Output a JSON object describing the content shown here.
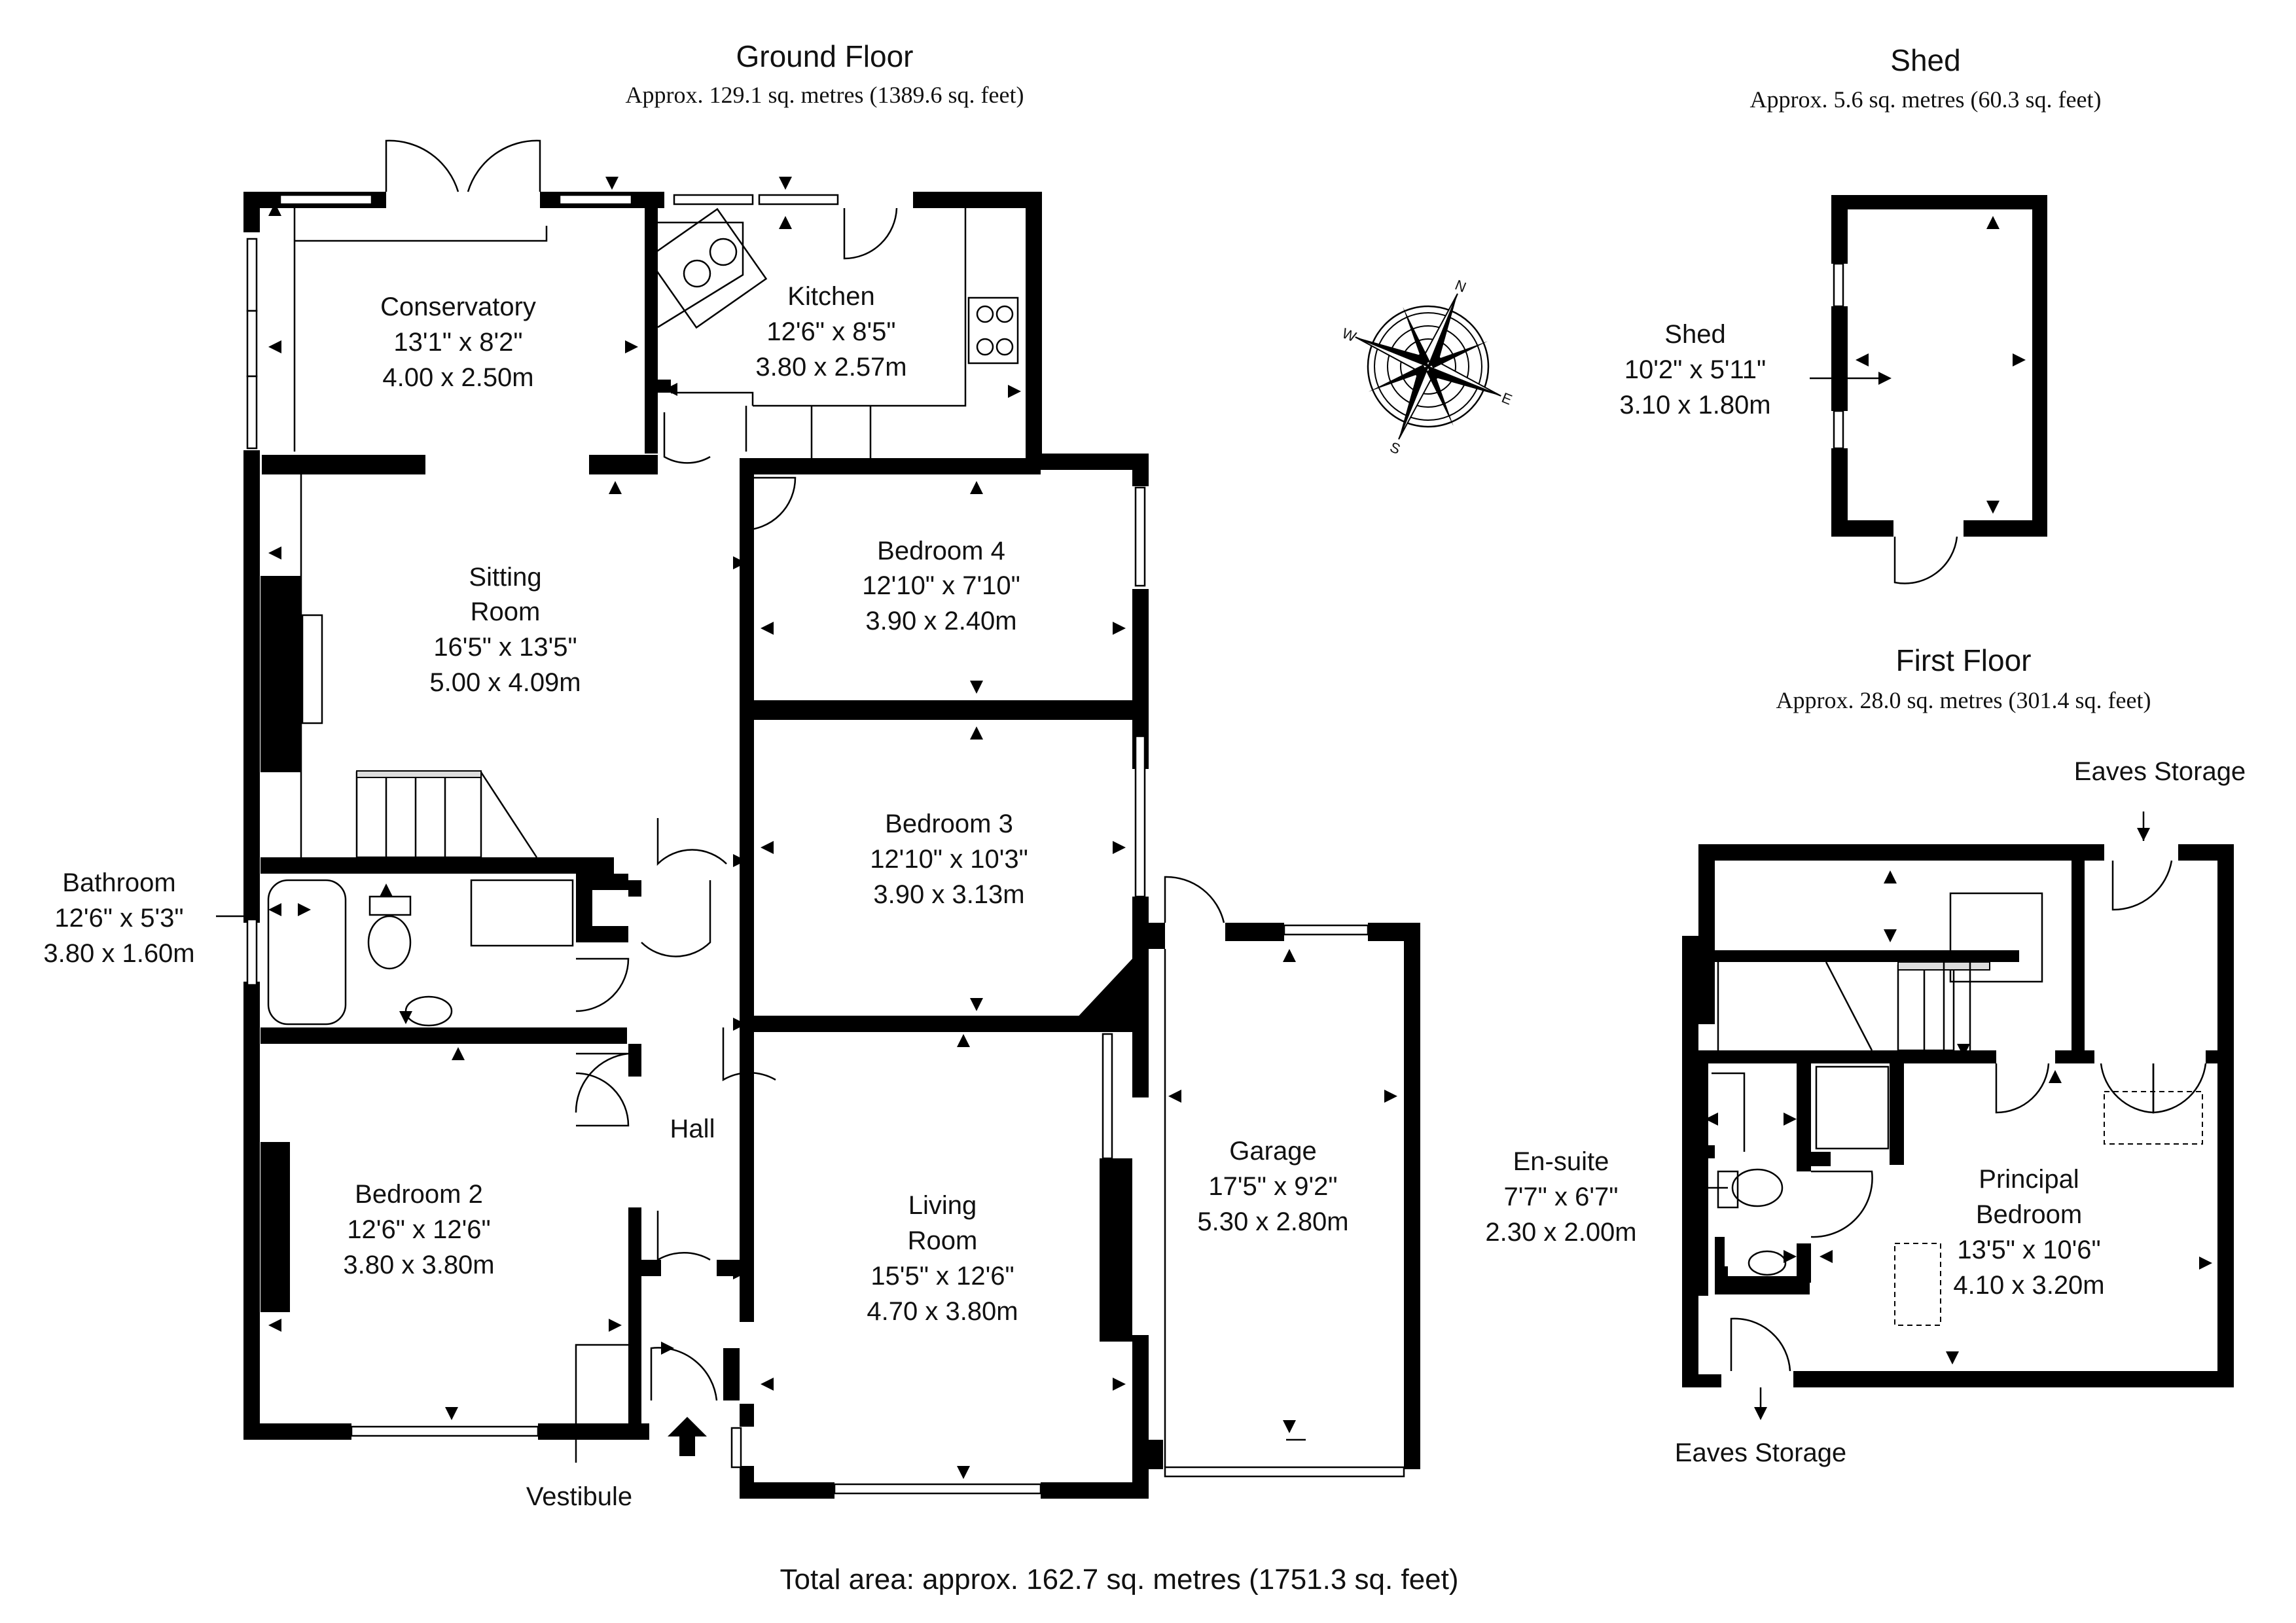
{
  "ground_floor": {
    "title": "Ground Floor",
    "area": "Approx. 129.1 sq. metres (1389.6 sq. feet)",
    "rooms": {
      "conservatory": {
        "name": "Conservatory",
        "imperial": "13'1\" x 8'2\"",
        "metric": "4.00 x 2.50m"
      },
      "kitchen": {
        "name": "Kitchen",
        "imperial": "12'6\" x 8'5\"",
        "metric": "3.80 x 2.57m"
      },
      "sitting": {
        "name1": "Sitting",
        "name2": "Room",
        "imperial": "16'5\" x 13'5\"",
        "metric": "5.00 x 4.09m"
      },
      "bedroom4": {
        "name": "Bedroom 4",
        "imperial": "12'10\" x 7'10\"",
        "metric": "3.90 x 2.40m"
      },
      "bedroom3": {
        "name": "Bedroom 3",
        "imperial": "12'10\" x 10'3\"",
        "metric": "3.90 x 3.13m"
      },
      "bathroom": {
        "name": "Bathroom",
        "imperial": "12'6\" x 5'3\"",
        "metric": "3.80 x 1.60m"
      },
      "hall": {
        "name": "Hall"
      },
      "bedroom2": {
        "name": "Bedroom 2",
        "imperial": "12'6\" x 12'6\"",
        "metric": "3.80 x 3.80m"
      },
      "living": {
        "name1": "Living",
        "name2": "Room",
        "imperial": "15'5\" x 12'6\"",
        "metric": "4.70 x 3.80m"
      },
      "garage": {
        "name": "Garage",
        "imperial": "17'5\" x 9'2\"",
        "metric": "5.30 x 2.80m"
      },
      "vestibule": {
        "name": "Vestibule"
      }
    }
  },
  "shed": {
    "title": "Shed",
    "area": "Approx. 5.6 sq. metres (60.3 sq. feet)",
    "room": {
      "name": "Shed",
      "imperial": "10'2\" x 5'11\"",
      "metric": "3.10 x 1.80m"
    }
  },
  "first_floor": {
    "title": "First Floor",
    "area": "Approx. 28.0 sq. metres (301.4 sq. feet)",
    "rooms": {
      "eaves_top": {
        "name": "Eaves Storage"
      },
      "ensuite": {
        "name": "En-suite",
        "imperial": "7'7\" x 6'7\"",
        "metric": "2.30 x 2.00m"
      },
      "principal": {
        "name1": "Principal",
        "name2": "Bedroom",
        "imperial": "13'5\" x 10'6\"",
        "metric": "4.10 x 3.20m"
      },
      "eaves_bottom": {
        "name": "Eaves Storage"
      }
    }
  },
  "total_area": "Total area: approx. 162.7 sq. metres (1751.3 sq. feet)",
  "compass": {
    "icon": "compass-rose-icon",
    "letters": [
      "N",
      "E",
      "S",
      "W"
    ]
  }
}
